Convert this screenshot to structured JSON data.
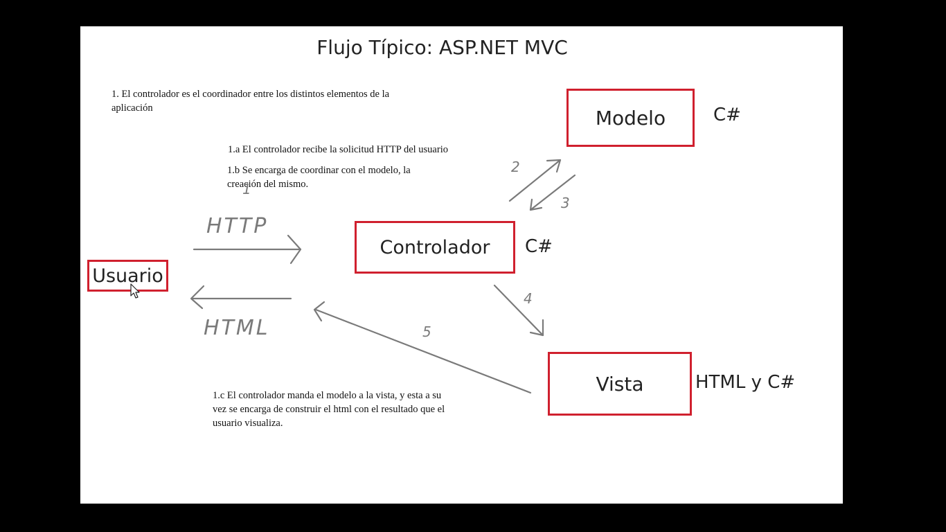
{
  "slide": {
    "title": "Flujo Típico: ASP.NET MVC",
    "notes": {
      "n1": "1. El controlador es el coordinador entre los distintos elementos de la aplicación",
      "n1a": "1.a El controlador recibe la solicitud HTTP del usuario",
      "n1b": "1.b Se encarga de coordinar con el modelo, la creación del mismo.",
      "n1c": "1.c El controlador manda el modelo a la vista, y esta a su vez se encarga de construir el html con el resultado que el usuario visualiza."
    }
  },
  "nodes": {
    "usuario": "Usuario",
    "controlador": "Controlador",
    "modelo": "Modelo",
    "vista": "Vista"
  },
  "languages": {
    "controlador": "C#",
    "modelo": "C#",
    "vista": "HTML y C#"
  },
  "arrows": {
    "http_number": "1",
    "http_label": "HTTP",
    "html_label": "HTML",
    "step2": "2",
    "step3": "3",
    "step4": "4",
    "step5": "5"
  },
  "colors": {
    "box_border": "#d0202e",
    "hand_arrow": "#7a7a7a",
    "frame": "#000000"
  }
}
